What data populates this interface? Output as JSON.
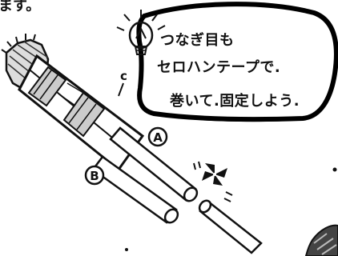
{
  "top_fragment": "ます。",
  "speech_bubble": {
    "lines": [
      "つなぎ目も",
      "セロハンテープで.",
      "巻いて.固定しよう."
    ]
  },
  "labels": {
    "a": "A",
    "b": "B",
    "c": "c"
  },
  "colors": {
    "ink": "#111111",
    "paper": "#ffffff",
    "bubble_outline": "#000000"
  },
  "icons": [
    "light-bulb-icon",
    "brush-icon",
    "pinwheel-icon"
  ]
}
